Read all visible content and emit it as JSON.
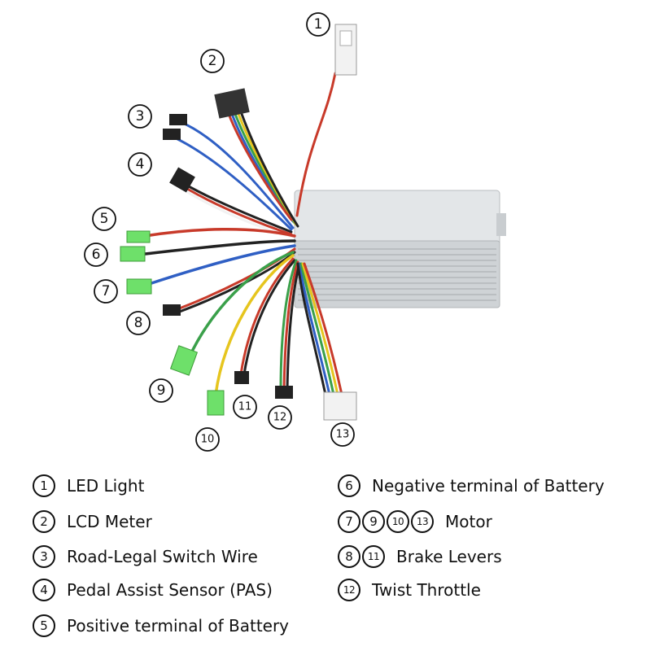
{
  "markers": [
    "1",
    "2",
    "3",
    "4",
    "5",
    "6",
    "7",
    "8",
    "9",
    "10",
    "11",
    "12",
    "13"
  ],
  "legend": {
    "left": [
      {
        "nums": [
          "1"
        ],
        "text": "LED Light"
      },
      {
        "nums": [
          "2"
        ],
        "text": "LCD Meter"
      },
      {
        "nums": [
          "3"
        ],
        "text": "Road-Legal Switch Wire"
      },
      {
        "nums": [
          "4"
        ],
        "text": "Pedal Assist Sensor (PAS)"
      },
      {
        "nums": [
          "5"
        ],
        "text": "Positive terminal of Battery"
      }
    ],
    "right": [
      {
        "nums": [
          "6"
        ],
        "text": "Negative terminal of Battery"
      },
      {
        "nums": [
          "7",
          "9",
          "10",
          "13"
        ],
        "text": "Motor"
      },
      {
        "nums": [
          "8",
          "11"
        ],
        "text": "Brake Levers"
      },
      {
        "nums": [
          "12"
        ],
        "text": "Twist Throttle"
      }
    ]
  },
  "colors": {
    "controller_body": "#d8dcdf",
    "red_wire": "#c83a2a",
    "black_wire": "#222222",
    "blue_wire": "#2f5fc4",
    "green_wire": "#3aa04a",
    "yellow_wire": "#e6c51e",
    "connector_green": "#6ee06a",
    "connector_white": "#f2f2f2"
  }
}
